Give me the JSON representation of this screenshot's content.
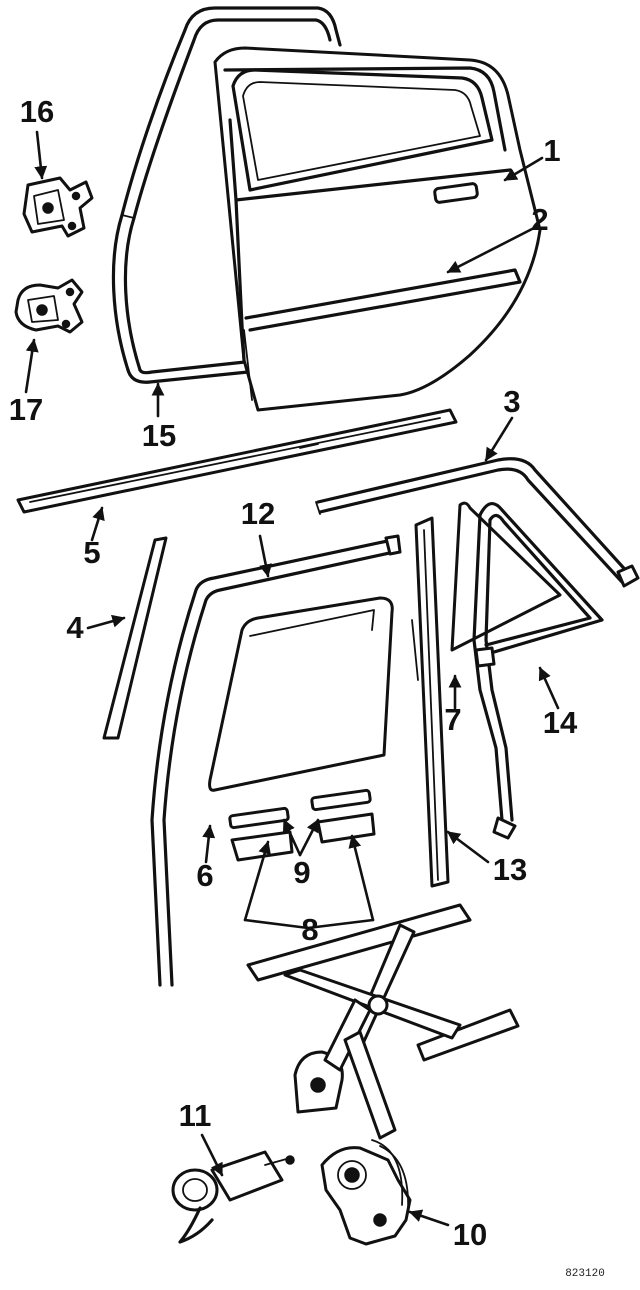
{
  "diagram": {
    "callouts": {
      "c1": "1",
      "c2": "2",
      "c3": "3",
      "c4": "4",
      "c5": "5",
      "c6": "6",
      "c7": "7",
      "c8": "8",
      "c9": "9",
      "c10": "10",
      "c11": "11",
      "c12": "12",
      "c13": "13",
      "c14": "14",
      "c15": "15",
      "c16": "16",
      "c17": "17"
    },
    "figure_code": "823120"
  }
}
